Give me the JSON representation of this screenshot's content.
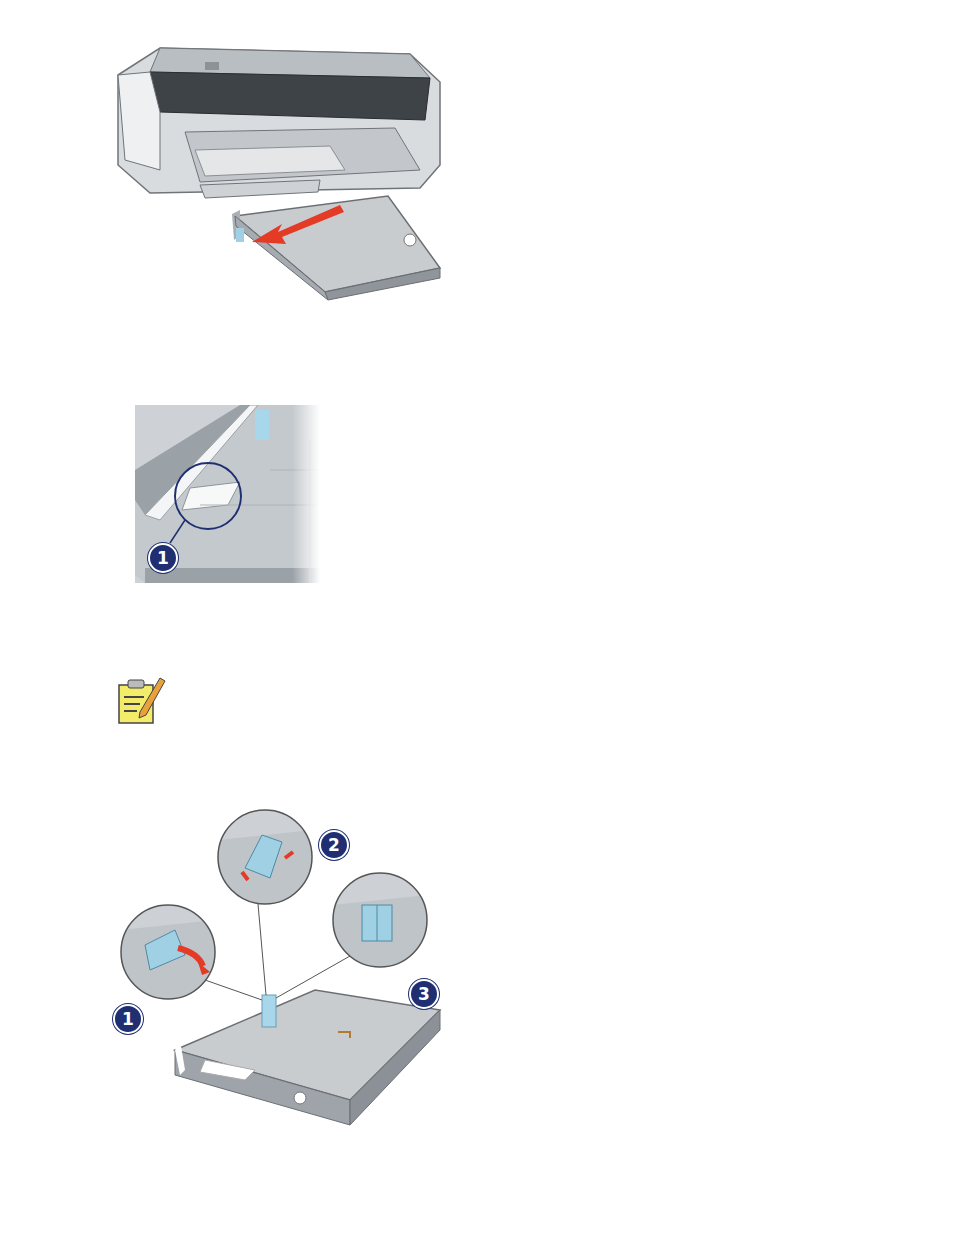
{
  "diagram": {
    "labels": [
      "1",
      "1",
      "2",
      "3"
    ]
  }
}
